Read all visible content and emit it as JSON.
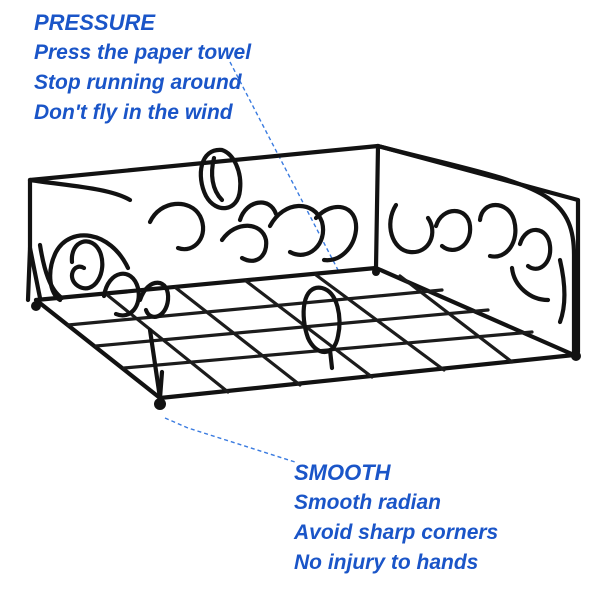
{
  "colors": {
    "text": "#1a55c8",
    "wire": "#121212",
    "leader": "#3a7be0"
  },
  "callout_top": {
    "heading": "PRESSURE",
    "lines": [
      "Press the paper towel",
      "Stop running around",
      "Don't fly in the wind"
    ]
  },
  "callout_bottom": {
    "heading": "SMOOTH",
    "lines": [
      "Smooth radian",
      "Avoid sharp corners",
      "No injury to hands"
    ]
  }
}
